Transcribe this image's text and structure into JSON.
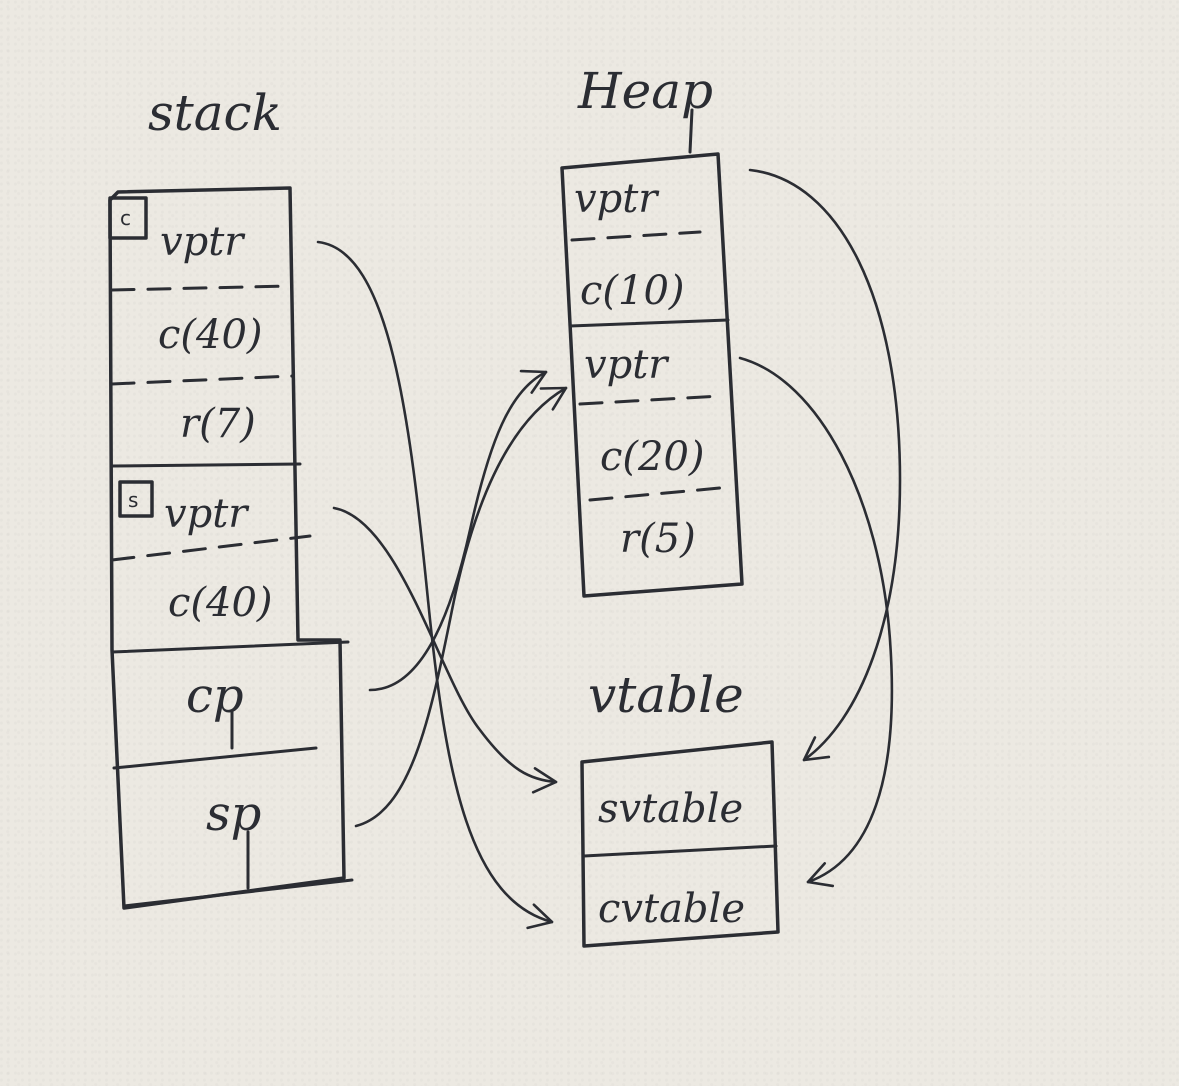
{
  "stack": {
    "title": "stack",
    "c_object": {
      "marker": "c",
      "vptr": "vptr",
      "c_field": "c(40)",
      "r_field": "r(7)"
    },
    "s_object": {
      "marker": "s",
      "vptr": "vptr",
      "c_field": "c(40)"
    },
    "cp": "cp",
    "sp": "sp"
  },
  "heap": {
    "title": "Heap",
    "object1": {
      "vptr": "vptr",
      "c_field": "c(10)"
    },
    "object2": {
      "vptr": "vptr",
      "c_field": "c(20)",
      "r_field": "r(5)"
    }
  },
  "vtable": {
    "title": "vtable",
    "entries": [
      "svtable",
      "cvtable"
    ]
  }
}
